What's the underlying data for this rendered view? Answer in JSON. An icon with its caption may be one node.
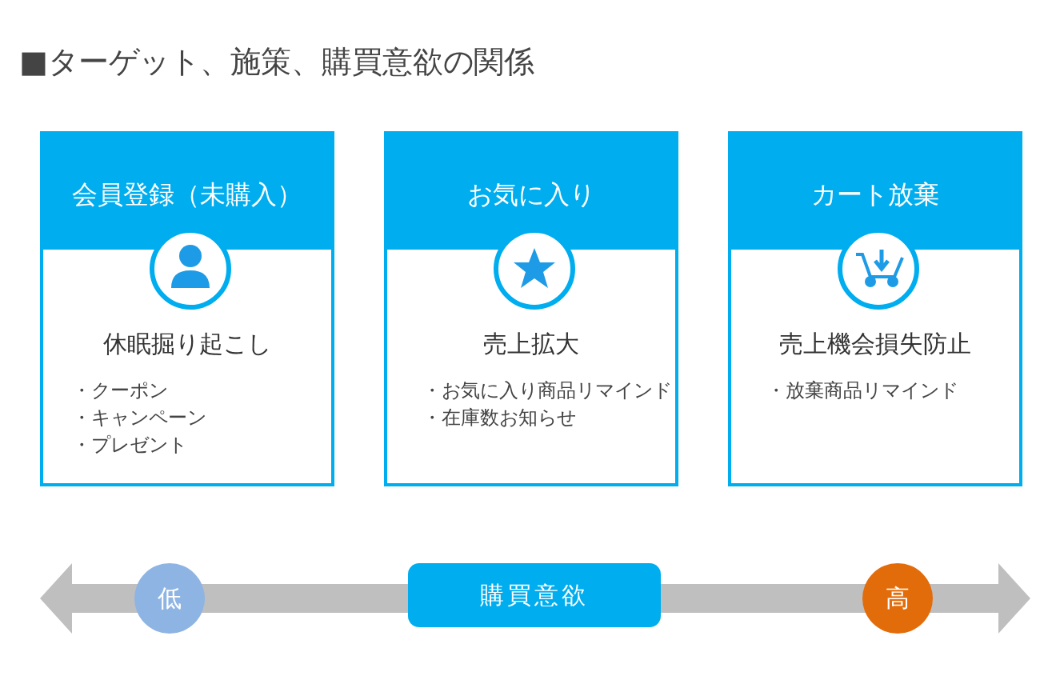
{
  "diagram": {
    "title": "■ターゲット、施策、購買意欲の関係",
    "nodes": [
      {
        "text": [
          "会員登録（未購入）",
          "休眠掘り起こし",
          "・クーポン",
          "・キャンペーン",
          "・プレゼント"
        ]
      },
      {
        "text": [
          "お気に入り",
          "売上拡大",
          "・お気に入り商品リマインド",
          "・在庫数お知らせ"
        ]
      },
      {
        "text": [
          "カート放棄",
          "売上機会損失防止",
          "・放棄商品リマインド"
        ]
      },
      {
        "text": [
          "低"
        ]
      },
      {
        "text": [
          "購買意欲"
        ]
      },
      {
        "text": [
          "高"
        ]
      }
    ],
    "edges": []
  }
}
